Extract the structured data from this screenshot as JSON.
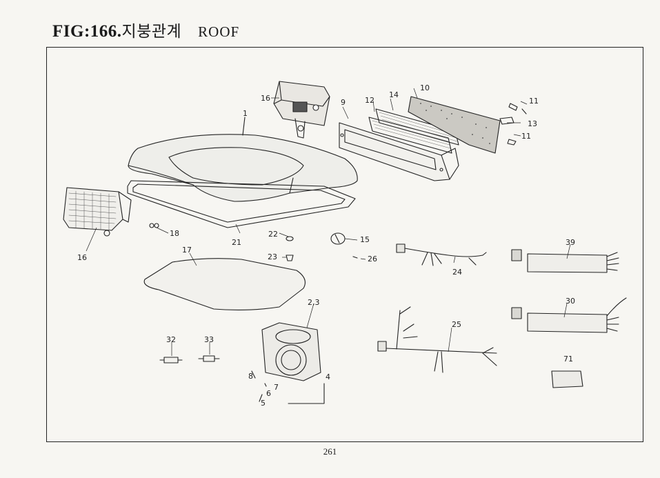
{
  "header": {
    "fig_label": "FIG:166.",
    "title_korean": "지붕관계",
    "title_english": "ROOF"
  },
  "callouts": {
    "c1": "1",
    "c2_3": "2,3",
    "c4": "4",
    "c5": "5",
    "c6": "6",
    "c7": "7",
    "c8": "8",
    "c9": "9",
    "c10": "10",
    "c11a": "11",
    "c11b": "11",
    "c12": "12",
    "c13": "13",
    "c14": "14",
    "c15": "15",
    "c16a": "16",
    "c16b": "16",
    "c17": "17",
    "c18": "18",
    "c21": "21",
    "c22": "22",
    "c23": "23",
    "c24": "24",
    "c25": "25",
    "c26": "26",
    "c30": "30",
    "c32": "32",
    "c33": "33",
    "c39": "39",
    "c71": "71"
  },
  "footer": {
    "page_number": "261"
  }
}
